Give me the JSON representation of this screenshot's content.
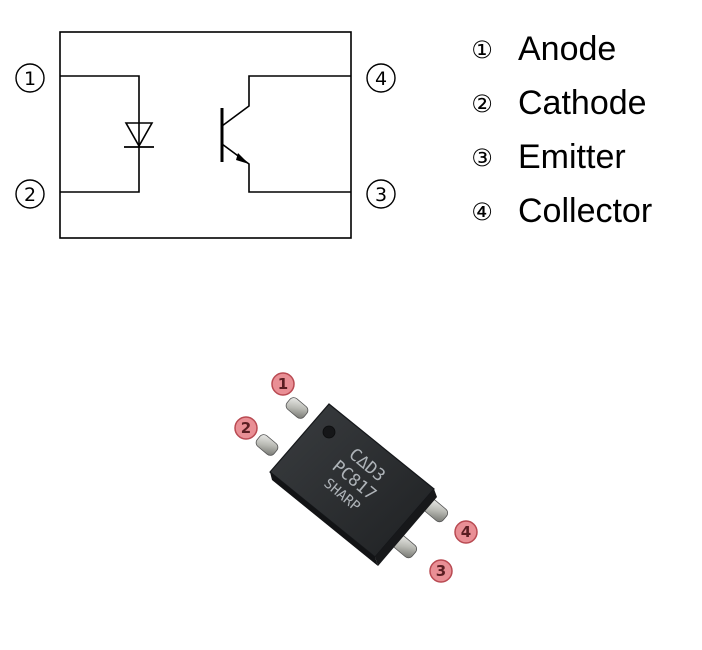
{
  "schematic": {
    "pins": [
      {
        "num": "①"
      },
      {
        "num": "②"
      },
      {
        "num": "③"
      },
      {
        "num": "④"
      }
    ]
  },
  "legend": {
    "items": [
      {
        "num": "①",
        "name": "Anode"
      },
      {
        "num": "②",
        "name": "Cathode"
      },
      {
        "num": "③",
        "name": "Emitter"
      },
      {
        "num": "④",
        "name": "Collector"
      }
    ]
  },
  "chip": {
    "marking_lines": [
      "C∆D3",
      "PC817",
      "SHARP"
    ],
    "badges": [
      "1",
      "2",
      "3",
      "4"
    ],
    "body_color": "#2a2c2f",
    "badge_color": "#e98f95",
    "badge_border": "#b94a52"
  }
}
